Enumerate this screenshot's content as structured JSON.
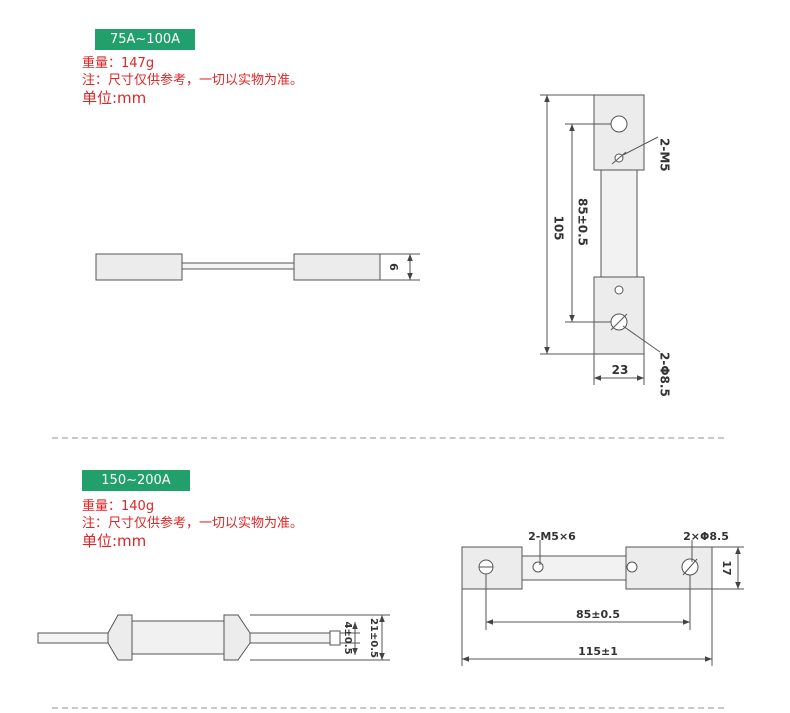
{
  "sections": [
    {
      "badge": "75A~100A",
      "weight": "重量：147g",
      "note": "注：尺寸仅供参考，一切以实物为准。",
      "unit": "单位:mm",
      "side_dim": "6",
      "top_dims": {
        "thread": "2-M5",
        "inner": "85±0.5",
        "overall": "105",
        "width": "23",
        "hole": "2-Φ8.5"
      }
    },
    {
      "badge": "150~200A",
      "weight": "重量：140g",
      "note": "注：尺寸仅供参考，一切以实物为准。",
      "unit": "单位:mm",
      "side_dims": {
        "thin": "4±0.5",
        "thick": "21±0.5"
      },
      "top_dims": {
        "thread": "2-M5×6",
        "hole": "2×Φ8.5",
        "height": "17",
        "inner": "85±0.5",
        "overall": "115±1"
      }
    }
  ],
  "colors": {
    "badge": "#22a06b",
    "text_red": "#e02525",
    "line": "#444444",
    "fill": "#ececec"
  }
}
